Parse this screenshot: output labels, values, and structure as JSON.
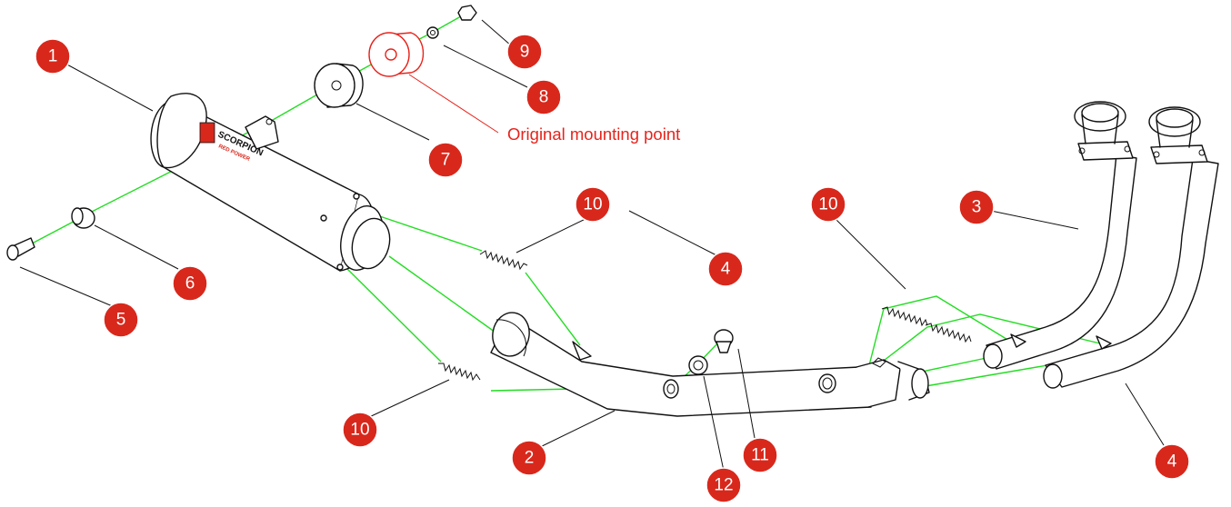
{
  "diagram": {
    "callouts": [
      {
        "id": "c1",
        "number": "1"
      },
      {
        "id": "c2",
        "number": "2"
      },
      {
        "id": "c3",
        "number": "3"
      },
      {
        "id": "c4a",
        "number": "4"
      },
      {
        "id": "c4b",
        "number": "4"
      },
      {
        "id": "c5",
        "number": "5"
      },
      {
        "id": "c6",
        "number": "6"
      },
      {
        "id": "c7",
        "number": "7"
      },
      {
        "id": "c8",
        "number": "8"
      },
      {
        "id": "c9",
        "number": "9"
      },
      {
        "id": "c10a",
        "number": "10"
      },
      {
        "id": "c10b",
        "number": "10"
      },
      {
        "id": "c10c",
        "number": "10"
      },
      {
        "id": "c11",
        "number": "11"
      },
      {
        "id": "c12",
        "number": "12"
      }
    ],
    "annotation": "Original mounting point",
    "logo": {
      "brand": "SCORPION",
      "sub": "RED POWER"
    },
    "colors": {
      "callout": "#d8281c",
      "annotation": "#e8231b",
      "assembly_line": "#22dd22",
      "outline": "#111111"
    }
  }
}
